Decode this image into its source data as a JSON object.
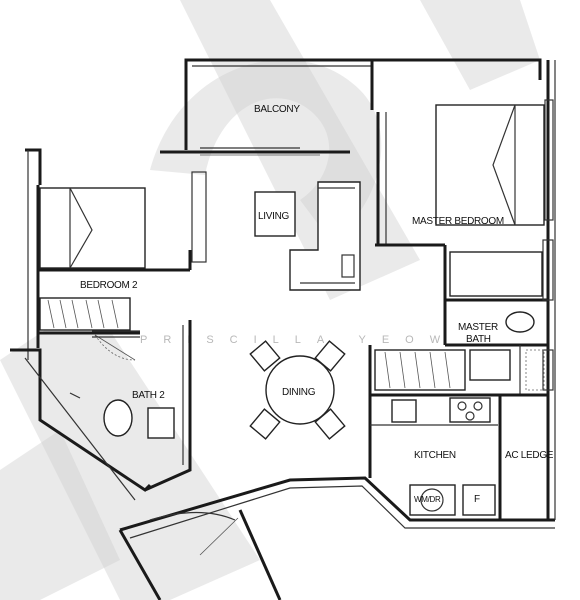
{
  "rooms": {
    "balcony": "BALCONY",
    "living": "LIVING",
    "master_bedroom": "MASTER BEDROOM",
    "bedroom_2": "BEDROOM 2",
    "master_bath_line1": "MASTER",
    "master_bath_line2": "BATH",
    "dining": "DINING",
    "bath_2": "BATH 2",
    "kitchen": "KITCHEN",
    "ac_ledge": "AC LEDGE"
  },
  "fixtures": {
    "washer_dryer": "WM/DR",
    "fridge": "F"
  },
  "watermark": {
    "text": "PRISCILLA YEOW",
    "color": "#bfbfbf"
  }
}
